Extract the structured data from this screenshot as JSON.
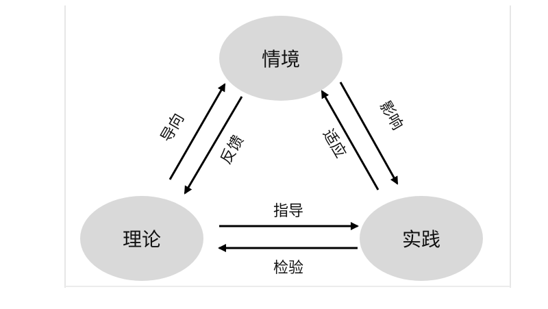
{
  "colors": {
    "node_fill": "#d9d9d9",
    "arrow": "#000000",
    "text": "#111111",
    "frame": "#e6e6e6"
  },
  "nodes": {
    "situation": {
      "label": "情境"
    },
    "theory": {
      "label": "理论"
    },
    "practice": {
      "label": "实践"
    }
  },
  "edges": {
    "theory_to_situation": {
      "label": "导向"
    },
    "situation_to_theory": {
      "label": "反馈"
    },
    "practice_to_situation": {
      "label": "适应"
    },
    "situation_to_practice": {
      "label": "影响"
    },
    "theory_to_practice": {
      "label": "指导"
    },
    "practice_to_theory": {
      "label": "检验"
    }
  }
}
